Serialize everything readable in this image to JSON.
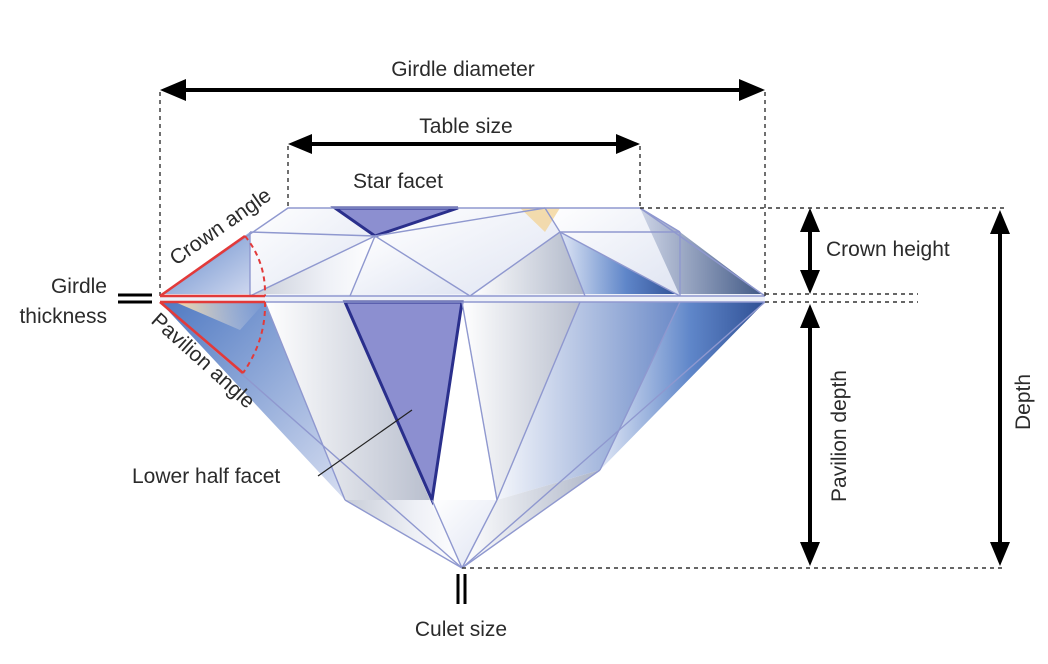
{
  "labels": {
    "girdle_diameter": "Girdle diameter",
    "table_size": "Table size",
    "star_facet": "Star facet",
    "crown_angle": "Crown angle",
    "girdle": "Girdle",
    "thickness": "thickness",
    "pavilion_angle": "Pavilion angle",
    "lower_half_facet": "Lower half facet",
    "crown_height": "Crown height",
    "pavilion_depth": "Pavilion depth",
    "depth": "Depth",
    "culet_size": "Culet size"
  },
  "colors": {
    "outline": "#8f98cf",
    "highlight_facet": "#8c8fd0",
    "highlight_outline": "#2a2f8c",
    "angle_marker": "#e23a3a",
    "arrow": "#000000"
  }
}
